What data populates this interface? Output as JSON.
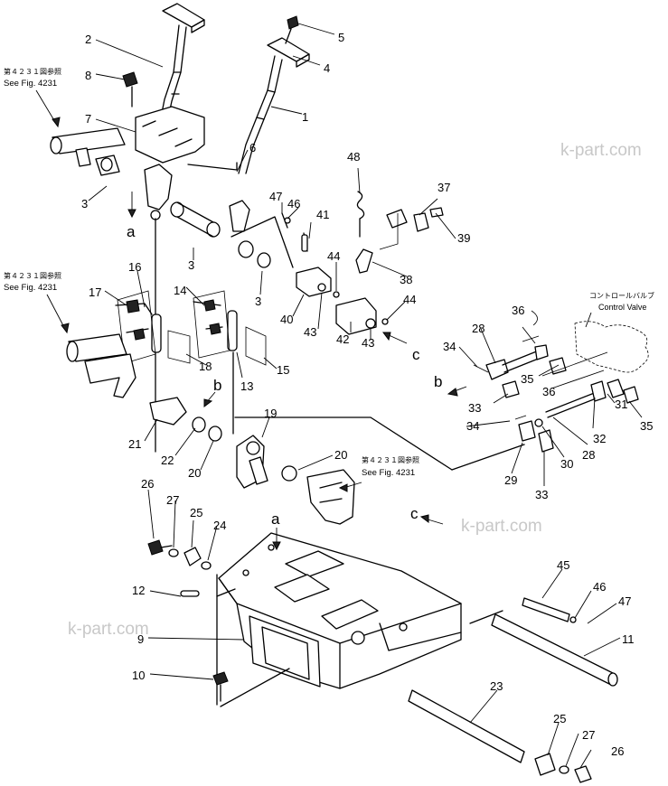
{
  "watermarks": [
    "k-part.com",
    "k-part.com",
    "k-part.com"
  ],
  "notes": {
    "fig_ref_top_jp": "第４２３１図参照",
    "fig_ref_top_en": "See Fig. 4231",
    "fig_ref_mid_jp": "第４２３１図参照",
    "fig_ref_mid_en": "See Fig. 4231",
    "fig_ref_center_jp": "第４２３１図参照",
    "fig_ref_center_en": "See Fig. 4231",
    "control_valve_jp": "コントロールバルブ",
    "control_valve_en": "Control Valve"
  },
  "ref_letters": [
    "a",
    "b",
    "c",
    "a",
    "b",
    "c"
  ],
  "part_numbers": [
    "1",
    "2",
    "3",
    "3",
    "3",
    "4",
    "5",
    "6",
    "7",
    "8",
    "9",
    "10",
    "11",
    "12",
    "13",
    "14",
    "15",
    "16",
    "17",
    "18",
    "19",
    "20",
    "20",
    "21",
    "22",
    "23",
    "24",
    "25",
    "25",
    "26",
    "26",
    "27",
    "27",
    "28",
    "28",
    "29",
    "30",
    "31",
    "32",
    "33",
    "33",
    "34",
    "34",
    "35",
    "35",
    "36",
    "36",
    "37",
    "38",
    "39",
    "40",
    "41",
    "42",
    "43",
    "43",
    "44",
    "44",
    "45",
    "46",
    "46",
    "47",
    "47",
    "48"
  ]
}
